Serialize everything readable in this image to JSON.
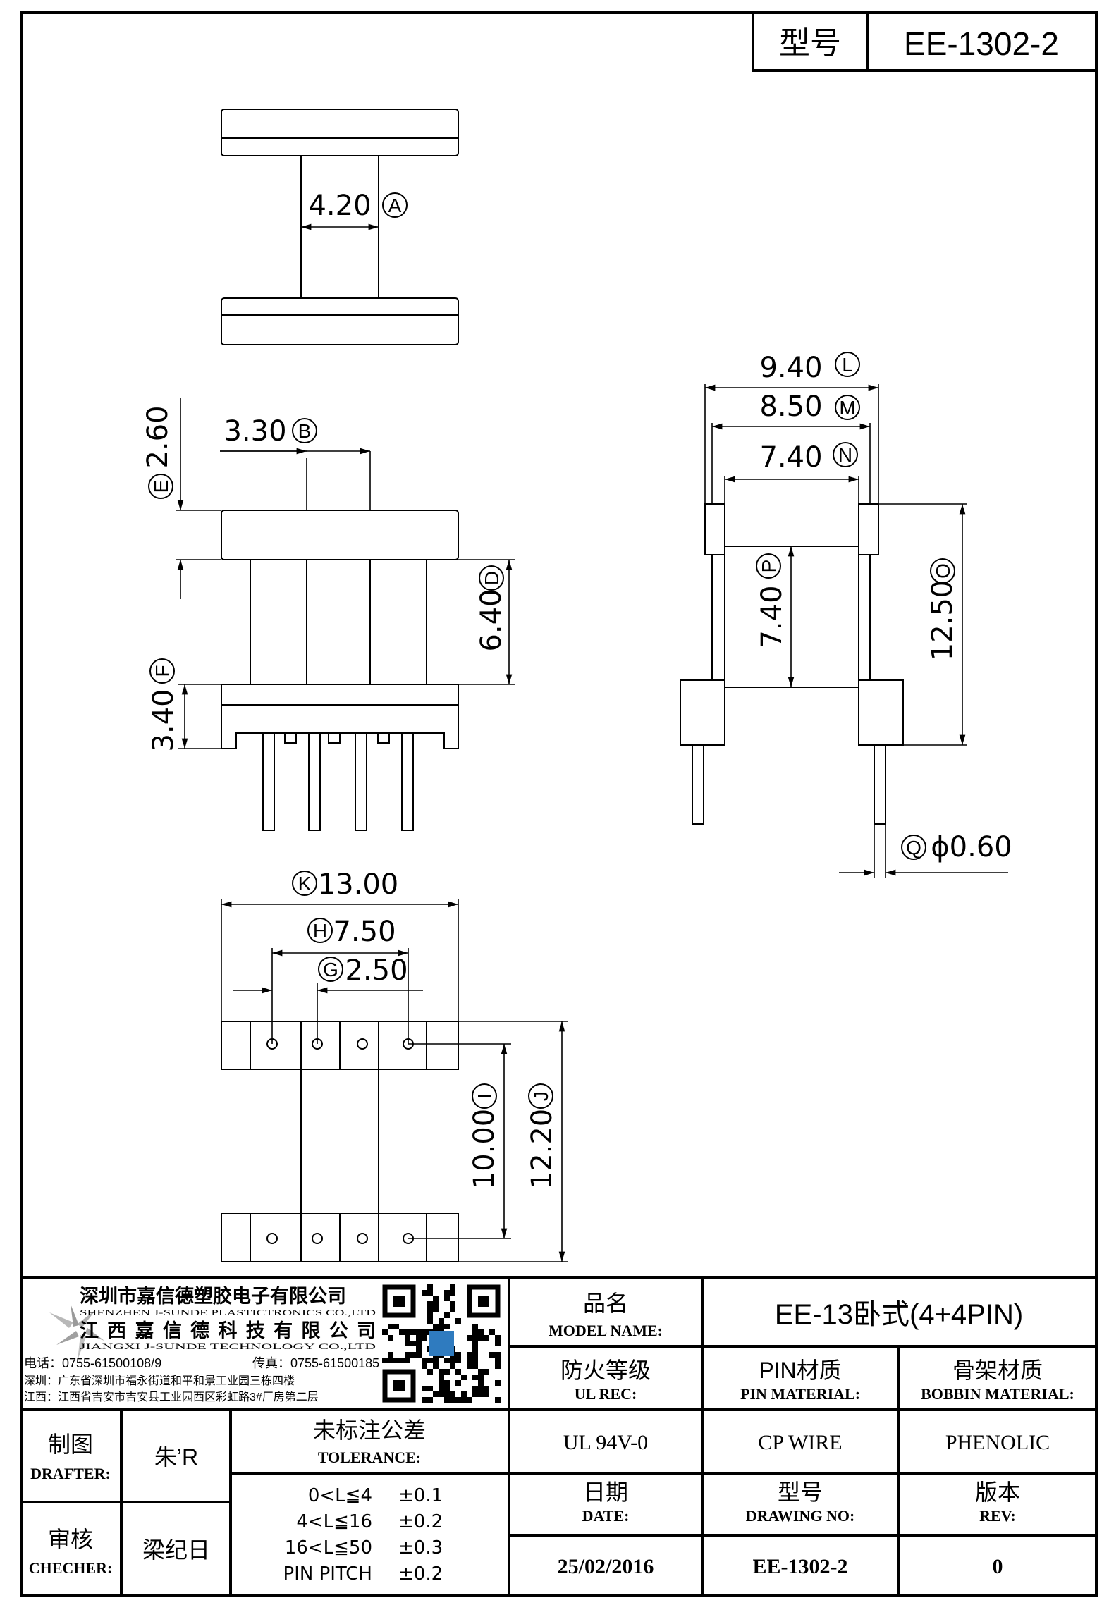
{
  "title_block": {
    "model_label": "型号",
    "model_value": "EE-1302-2"
  },
  "dimensions": {
    "A": {
      "letter": "A",
      "value": "4.20"
    },
    "B": {
      "letter": "B",
      "value": "3.30"
    },
    "E": {
      "letter": "E",
      "value": "2.60"
    },
    "D": {
      "letter": "D",
      "value": "6.40"
    },
    "F": {
      "letter": "F",
      "value": "3.40"
    },
    "L": {
      "letter": "L",
      "value": "9.40"
    },
    "M": {
      "letter": "M",
      "value": "8.50"
    },
    "N": {
      "letter": "N",
      "value": "7.40"
    },
    "P": {
      "letter": "P",
      "value": "7.40"
    },
    "O": {
      "letter": "O",
      "value": "12.50"
    },
    "Q": {
      "letter": "Q",
      "value": "ϕ0.60"
    },
    "K": {
      "letter": "K",
      "value": "13.00"
    },
    "H": {
      "letter": "H",
      "value": "7.50"
    },
    "G": {
      "letter": "G",
      "value": "2.50"
    },
    "I": {
      "letter": "I",
      "value": "10.00"
    },
    "J": {
      "letter": "J",
      "value": "12.20"
    }
  },
  "company": {
    "name_cn_1": "深圳市嘉信德塑胶电子有限公司",
    "name_en_1": "SHENZHEN J-SUNDE PLASTICTRONICS CO.,LTD",
    "name_cn_2": "江西嘉信德科技有限公司",
    "name_en_2": "JIANGXI J-SUNDE TECHNOLOGY CO.,LTD",
    "phone": "电话：0755-61500108/9",
    "fax": "传真：0755-61500185",
    "addr_sz": "深圳：广东省深圳市福永街道和平和景工业园三栋四楼",
    "addr_jx": "江西：江西省吉安市吉安县工业园西区彩虹路3#厂房第二层"
  },
  "table": {
    "model_name_cn": "品名",
    "model_name_en": "MODEL NAME:",
    "model_name_value": "EE-13卧式(4+4PIN)",
    "ul_cn": "防火等级",
    "ul_en": "UL REC:",
    "pin_cn": "PIN材质",
    "pin_en": "PIN MATERIAL:",
    "bobbin_cn": "骨架材质",
    "bobbin_en": "BOBBIN MATERIAL:",
    "ul_value": "UL 94V-0",
    "pin_value": "CP WIRE",
    "bobbin_value": "PHENOLIC",
    "date_cn": "日期",
    "date_en": "DATE:",
    "drawing_cn": "型号",
    "drawing_en": "DRAWING NO:",
    "rev_cn": "版本",
    "rev_en": "REV:",
    "date_value": "25/02/2016",
    "drawing_value": "EE-1302-2",
    "rev_value": "0",
    "drafter_cn": "制图",
    "drafter_en": "DRAFTER:",
    "drafter_name": "朱’R",
    "checker_cn": "审核",
    "checker_en": "CHECHER:",
    "checker_name": "梁纪日",
    "tolerance_cn": "未标注公差",
    "tolerance_en": "TOLERANCE:",
    "tolerances": [
      {
        "range": "0<L≦4",
        "value": "±0.1"
      },
      {
        "range": "4<L≦16",
        "value": "±0.2"
      },
      {
        "range": "16<L≦50",
        "value": "±0.3"
      },
      {
        "range": "PIN PITCH",
        "value": "±0.2"
      }
    ]
  }
}
